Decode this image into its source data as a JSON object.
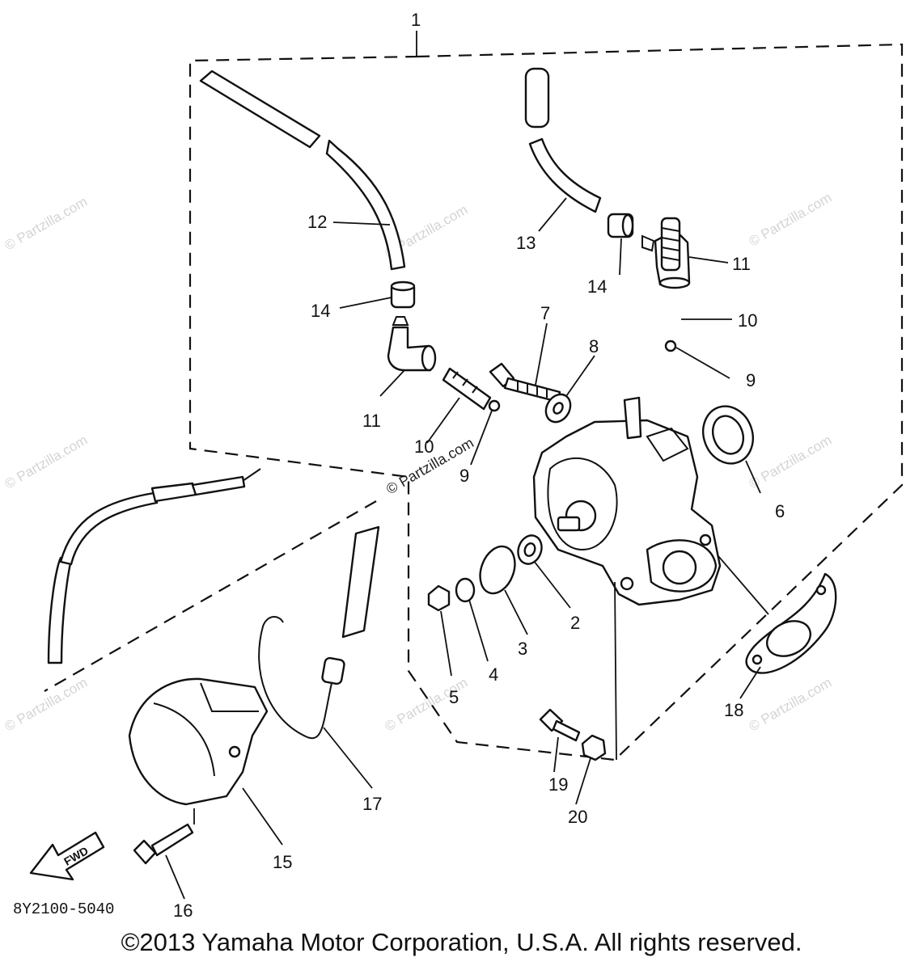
{
  "diagram_code": "8Y2100-5040",
  "fwd_label": "FWD",
  "copyright": "©2013 Yamaha Motor Corporation, U.S.A. All rights reserved.",
  "watermark": "© Partzilla.com",
  "callouts": {
    "c1": "1",
    "c2": "2",
    "c3": "3",
    "c4": "4",
    "c5": "5",
    "c6": "6",
    "c7": "7",
    "c8": "8",
    "c9a": "9",
    "c9b": "9",
    "c10a": "10",
    "c10b": "10",
    "c11a": "11",
    "c11b": "11",
    "c12": "12",
    "c13": "13",
    "c14a": "14",
    "c14b": "14",
    "c15": "15",
    "c16": "16",
    "c17": "17",
    "c18": "18",
    "c19": "19",
    "c20": "20"
  }
}
